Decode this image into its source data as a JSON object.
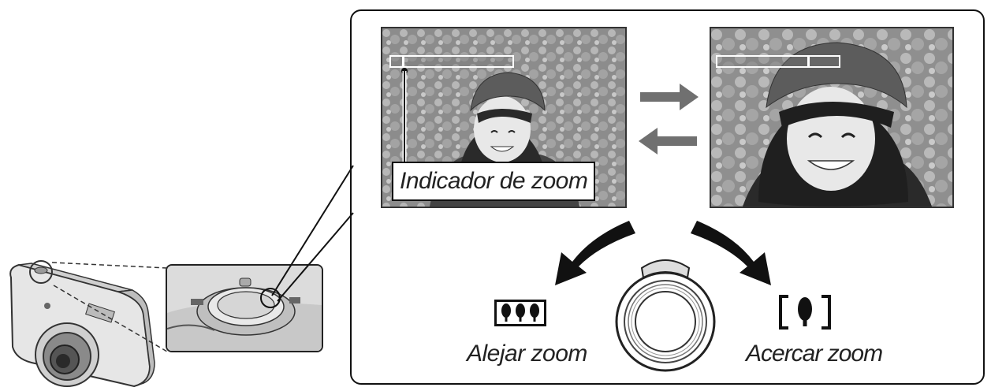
{
  "labels": {
    "zoom_indicator": "Indicador de zoom",
    "zoom_out": "Alejar zoom",
    "zoom_in": "Acercar zoom"
  },
  "icons": {
    "wide": "three-trees-icon",
    "tele": "single-tree-bracket-icon"
  },
  "colors": {
    "line": "#111111",
    "arrow": "#707070",
    "photo_bg": "#9a9a9a"
  }
}
